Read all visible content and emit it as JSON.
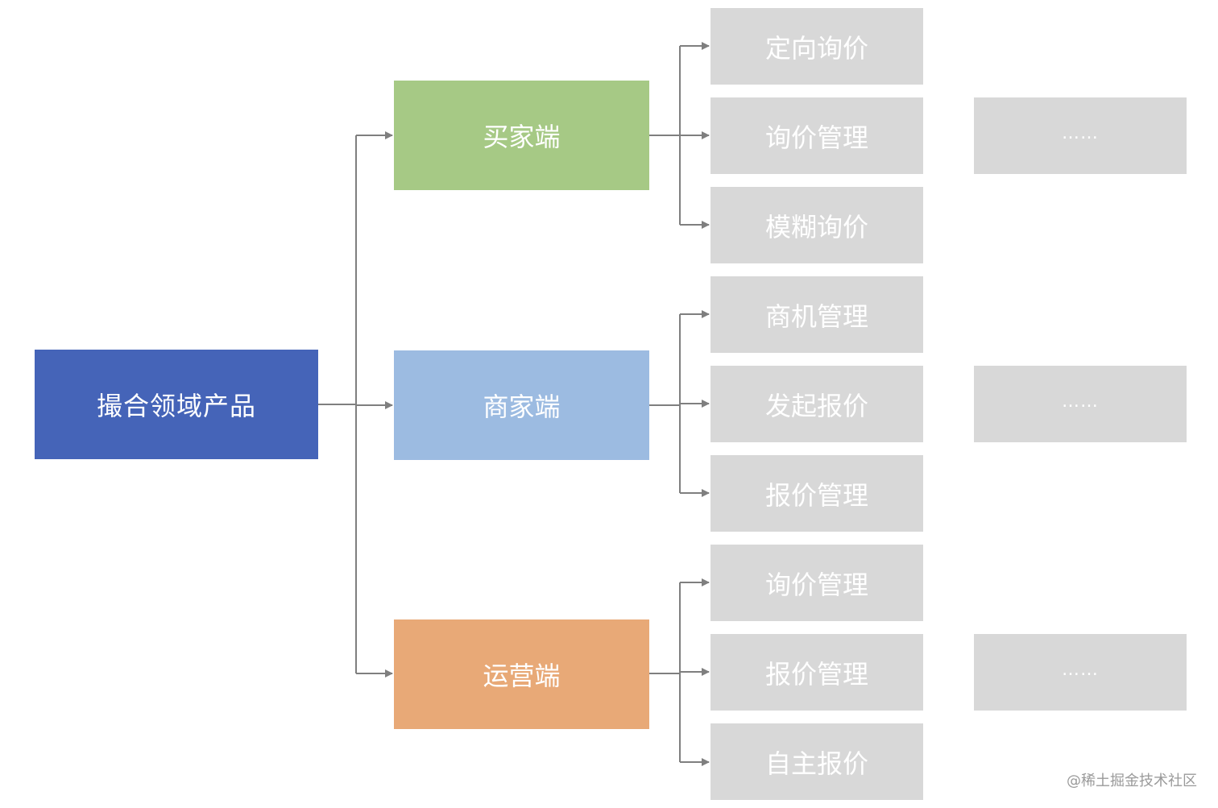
{
  "diagram": {
    "root": {
      "label": "撮合领域产品"
    },
    "branches": [
      {
        "label": "买家端",
        "color": "#a6c985",
        "children": [
          "定向询价",
          "询价管理",
          "模糊询价"
        ],
        "more": "……"
      },
      {
        "label": "商家端",
        "color": "#9cbbe1",
        "children": [
          "商机管理",
          "发起报价",
          "报价管理"
        ],
        "more": "……"
      },
      {
        "label": "运营端",
        "color": "#e8a977",
        "children": [
          "询价管理",
          "报价管理",
          "自主报价"
        ],
        "more": "……"
      }
    ],
    "colors": {
      "root": "#4564b8",
      "leaf": "#d8d8d8",
      "connector": "#7f7f7f"
    }
  },
  "watermark": "@稀土掘金技术社区"
}
